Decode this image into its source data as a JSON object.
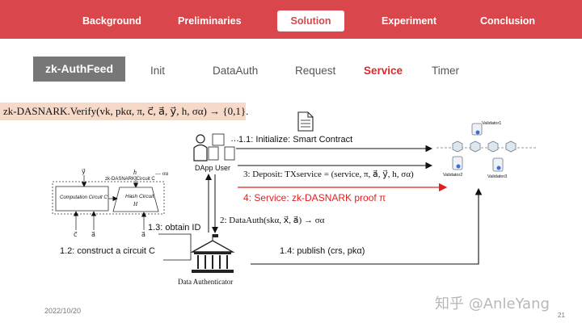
{
  "nav": {
    "items": [
      "Background",
      "Preliminaries",
      "Solution",
      "Experiment",
      "Conclusion"
    ],
    "active": "Solution"
  },
  "tabs": {
    "current": "zk-AuthFeed",
    "items": [
      "Init",
      "DataAuth",
      "Request",
      "Service",
      "Timer"
    ],
    "active": "Service"
  },
  "verify_text": "zk-DASNARK.Verify(vk, pkα, π, c⃗, a⃗, y⃗, h, σα) → {0,1}.",
  "circuit": {
    "title": "zk-DASNARK Circuit C",
    "computation": "Computation Circuit C′",
    "hash_title": "Hash Circuit",
    "hash_sub": "H",
    "in_y": "y⃗",
    "in_h": "h",
    "sigma_label": "— σα",
    "in_c": "c⃗",
    "in_a1": "a⃗",
    "in_a2": "a⃗"
  },
  "steps": {
    "s11": "1.1: Initialize: Smart Contract",
    "s11_dots": "…",
    "s12": "1.2: construct a circuit C",
    "s13": "1.3: obtain ID",
    "s14": "1.4: publish (crs, pkα)",
    "s2": "2: DataAuth(skα, x⃗, a⃗) → σα",
    "s3": "3: Deposit: TXservice = (service, π, a⃗, y⃗, h, σα)",
    "s4": "4: Service: zk-DASNARK proof π"
  },
  "actors": {
    "dapp_user": "DApp User",
    "authenticator": "Data Authenticator",
    "validator1": "Validator1",
    "validator2": "Validator2",
    "validator3": "Validator3"
  },
  "footer": {
    "date": "2022/10/20",
    "page": "21",
    "watermark": "知乎 @AnleYang"
  },
  "colors": {
    "header": "#d9474c",
    "active_tab": "#d92b2b",
    "highlight": "#f6d9c8",
    "step4": "#e02020"
  }
}
